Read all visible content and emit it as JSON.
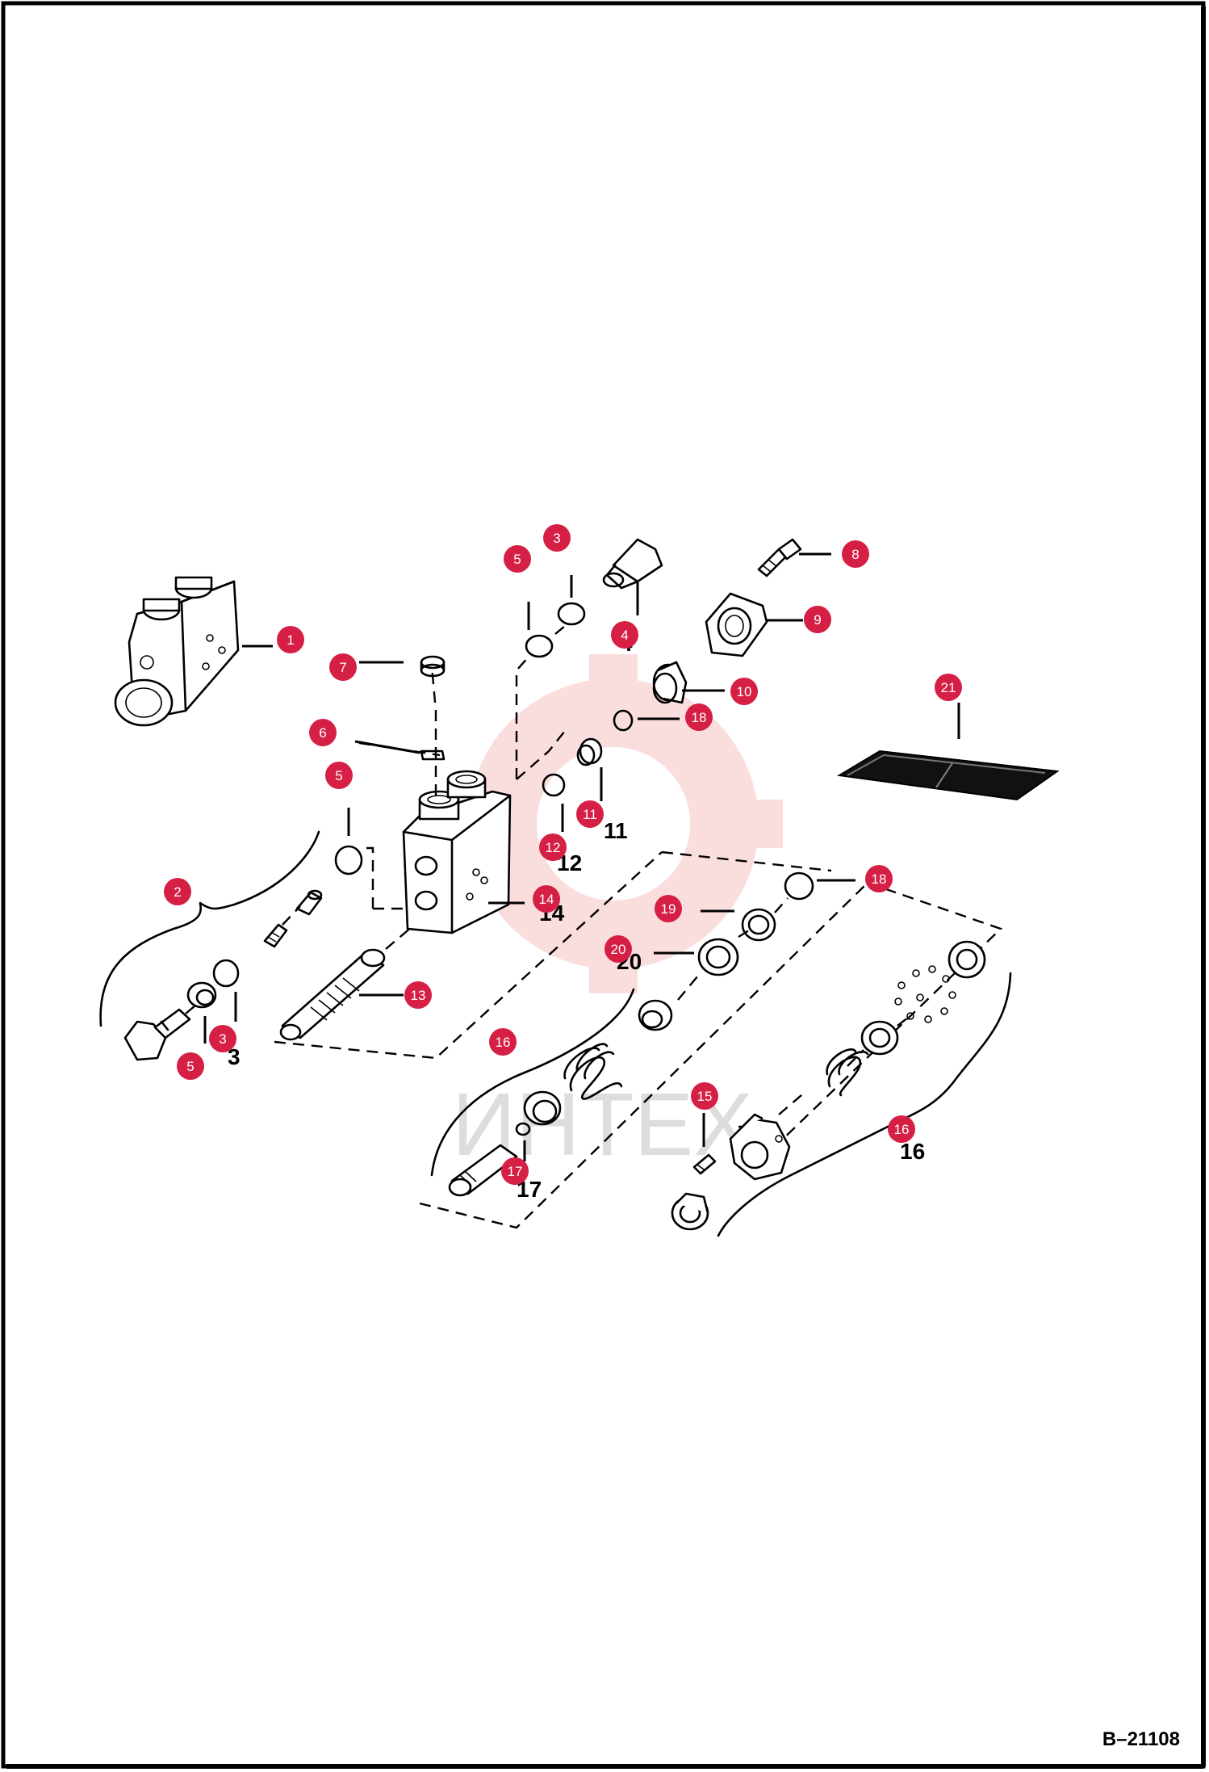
{
  "diagram": {
    "reference": "B–21108",
    "watermark": "ИНТЕХ",
    "callouts": [
      {
        "id": "c1",
        "label": "1"
      },
      {
        "id": "c2",
        "label": "2"
      },
      {
        "id": "c3a",
        "label": "3"
      },
      {
        "id": "c3b",
        "label": "3"
      },
      {
        "id": "c4",
        "label": "4"
      },
      {
        "id": "c5a",
        "label": "5"
      },
      {
        "id": "c5b",
        "label": "5"
      },
      {
        "id": "c5c",
        "label": "5"
      },
      {
        "id": "c6",
        "label": "6"
      },
      {
        "id": "c7",
        "label": "7"
      },
      {
        "id": "c8",
        "label": "8"
      },
      {
        "id": "c9",
        "label": "9"
      },
      {
        "id": "c10",
        "label": "10"
      },
      {
        "id": "c11",
        "label": "11"
      },
      {
        "id": "c12",
        "label": "12"
      },
      {
        "id": "c13",
        "label": "13"
      },
      {
        "id": "c14",
        "label": "14"
      },
      {
        "id": "c15",
        "label": "15"
      },
      {
        "id": "c16a",
        "label": "16"
      },
      {
        "id": "c16b",
        "label": "16"
      },
      {
        "id": "c17",
        "label": "17"
      },
      {
        "id": "c18a",
        "label": "18"
      },
      {
        "id": "c18b",
        "label": "18"
      },
      {
        "id": "c19",
        "label": "19"
      },
      {
        "id": "c20",
        "label": "20"
      },
      {
        "id": "c21",
        "label": "21"
      }
    ]
  },
  "colors": {
    "callout": "#d61f44",
    "line": "#000000",
    "background": "#ffffff"
  }
}
